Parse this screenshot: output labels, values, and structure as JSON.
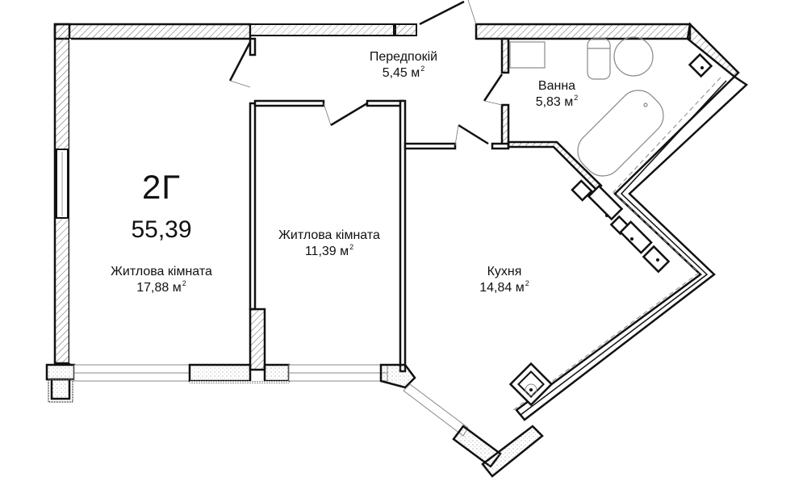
{
  "apartment": {
    "code": "2Г",
    "total_area": "55,39"
  },
  "units": {
    "area_unit": "м",
    "area_exp": "2"
  },
  "rooms": [
    {
      "id": "living-room-1",
      "name": "Житлова кімната",
      "area": "17,88"
    },
    {
      "id": "living-room-2",
      "name": "Житлова кімната",
      "area": "11,39"
    },
    {
      "id": "hallway",
      "name": "Передпокій",
      "area": "5,45"
    },
    {
      "id": "bathroom",
      "name": "Ванна",
      "area": "5,83"
    },
    {
      "id": "kitchen",
      "name": "Кухня",
      "area": "14,84"
    }
  ],
  "colors": {
    "wall": "#111111",
    "hatch": "#555555",
    "background": "#ffffff",
    "fixture": "#777777"
  }
}
